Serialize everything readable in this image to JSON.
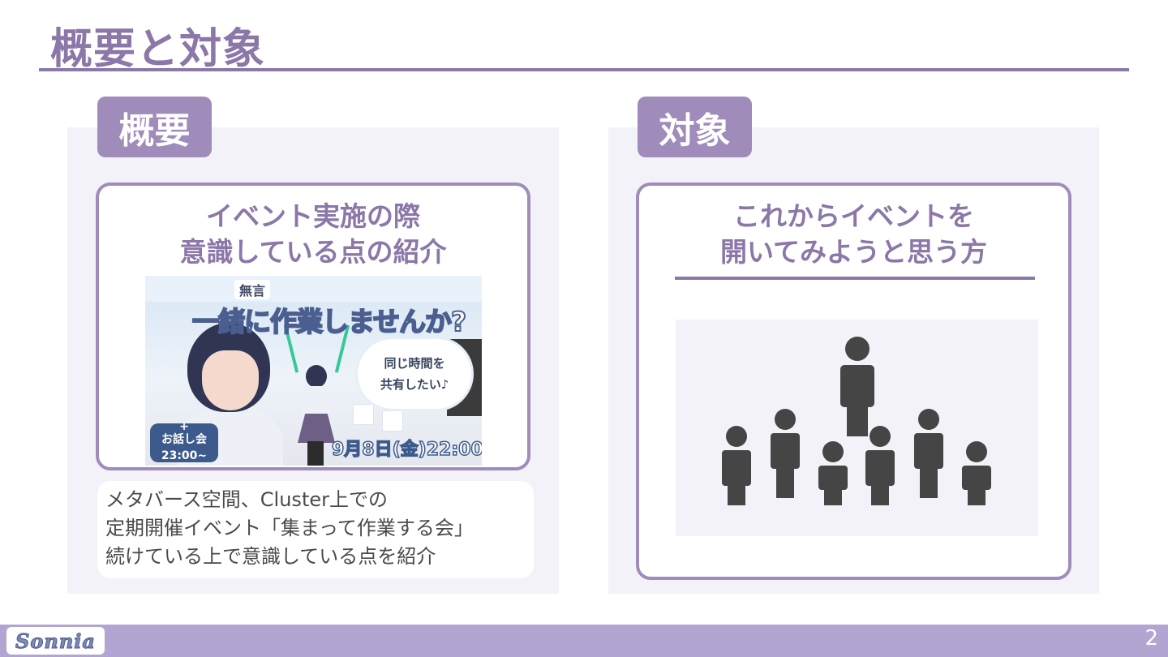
{
  "title": "概要と対象",
  "left": {
    "tab": "概要",
    "heading": [
      "イベント実施の際",
      "意識している点の紹介"
    ],
    "banner": {
      "small_label": "無言",
      "main_text": "一緒に作業しませんか?",
      "bubble": [
        "同じ時間を",
        "共有したい♪"
      ],
      "badge_plus": "+",
      "badge_talk": "お話し会",
      "badge_time": "23:00~",
      "date": "9月8日(金)22:00~"
    },
    "description": [
      "メタバース空間、Cluster上での",
      "定期開催イベント「集まって作業する会」",
      "続けている上で意識している点を紹介"
    ]
  },
  "right": {
    "tab": "対象",
    "heading": [
      "これからイベントを",
      "開いてみようと思う方"
    ],
    "people_icon": "people-group-icon"
  },
  "footer": {
    "logo": "Sonnia",
    "page_number": "2"
  },
  "colors": {
    "accent": "#8b77a8",
    "tab": "#a08cbb",
    "panel": "#f3f2f8",
    "footer": "#b2a5d1",
    "figure": "#454545"
  }
}
